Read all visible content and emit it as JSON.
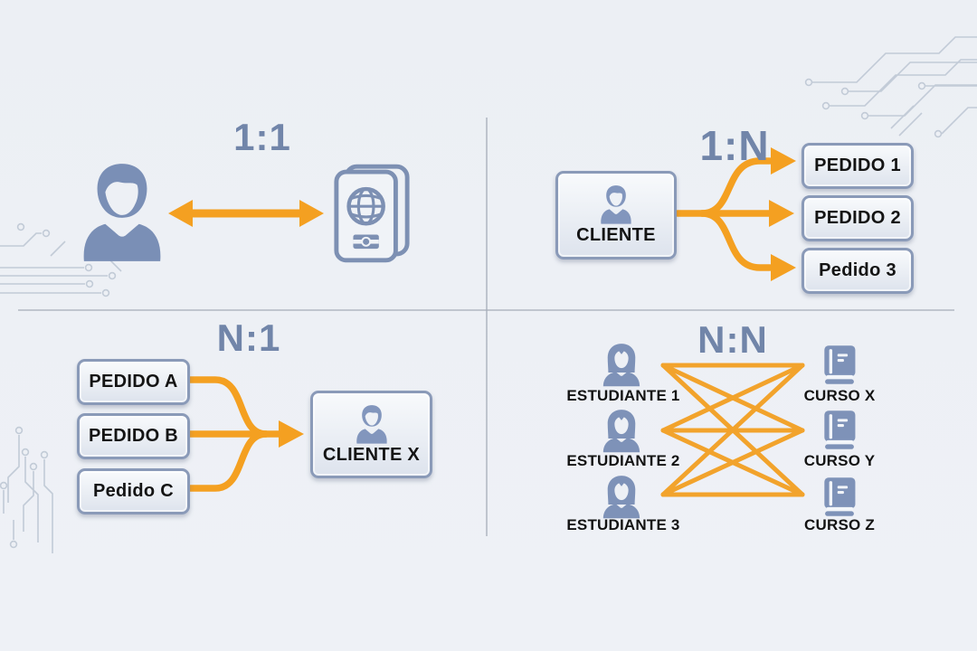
{
  "colors": {
    "accent_orange": "#F4A021",
    "slate_blue": "#7E92B8",
    "heading_blue": "#7185A9",
    "background": "#EDF0F5",
    "box_border": "#8A9AB8",
    "label_text": "#141414"
  },
  "quadrants": {
    "one_to_one": {
      "title": "1:1",
      "left_icon": "person-icon",
      "right_icon": "passport-icon"
    },
    "one_to_many": {
      "title": "1:N",
      "source_label": "CLIENTE",
      "targets": [
        "PEDIDO 1",
        "PEDIDO 2",
        "Pedido 3"
      ]
    },
    "many_to_one": {
      "title": "N:1",
      "sources": [
        "PEDIDO A",
        "PEDIDO B",
        "Pedido C"
      ],
      "target_label": "CLIENTE X"
    },
    "many_to_many": {
      "title": "N:N",
      "left_items": [
        "ESTUDIANTE 1",
        "ESTUDIANTE 2",
        "ESTUDIANTE 3"
      ],
      "right_items": [
        "CURSO X",
        "CURSO Y",
        "CURSO Z"
      ]
    }
  }
}
